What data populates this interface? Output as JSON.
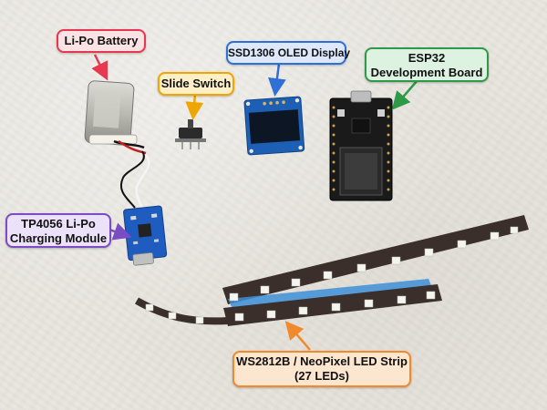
{
  "labels": {
    "lipo_battery": {
      "text": "Li-Po Battery",
      "color": "#e8384f",
      "bg": "#fbe3e5"
    },
    "slide_switch": {
      "text": "Slide Switch",
      "color": "#f0a500",
      "bg": "#fdf0c8"
    },
    "oled_display": {
      "text": "SSD1306 OLED Display",
      "color": "#2f6fd6",
      "bg": "#dde9fb"
    },
    "esp32": {
      "line1": "ESP32",
      "line2": "Development Board",
      "color": "#2e9a48",
      "bg": "#ddf2e1"
    },
    "charger": {
      "line1": "TP4056 Li-Po",
      "line2": "Charging Module",
      "color": "#7b4cc4",
      "bg": "#ebe1f8"
    },
    "led_strip": {
      "line1": "WS2812B / NeoPixel LED Strip",
      "line2": "(27 LEDs)",
      "color": "#f08a2c",
      "bg": "#fde6cf"
    }
  }
}
